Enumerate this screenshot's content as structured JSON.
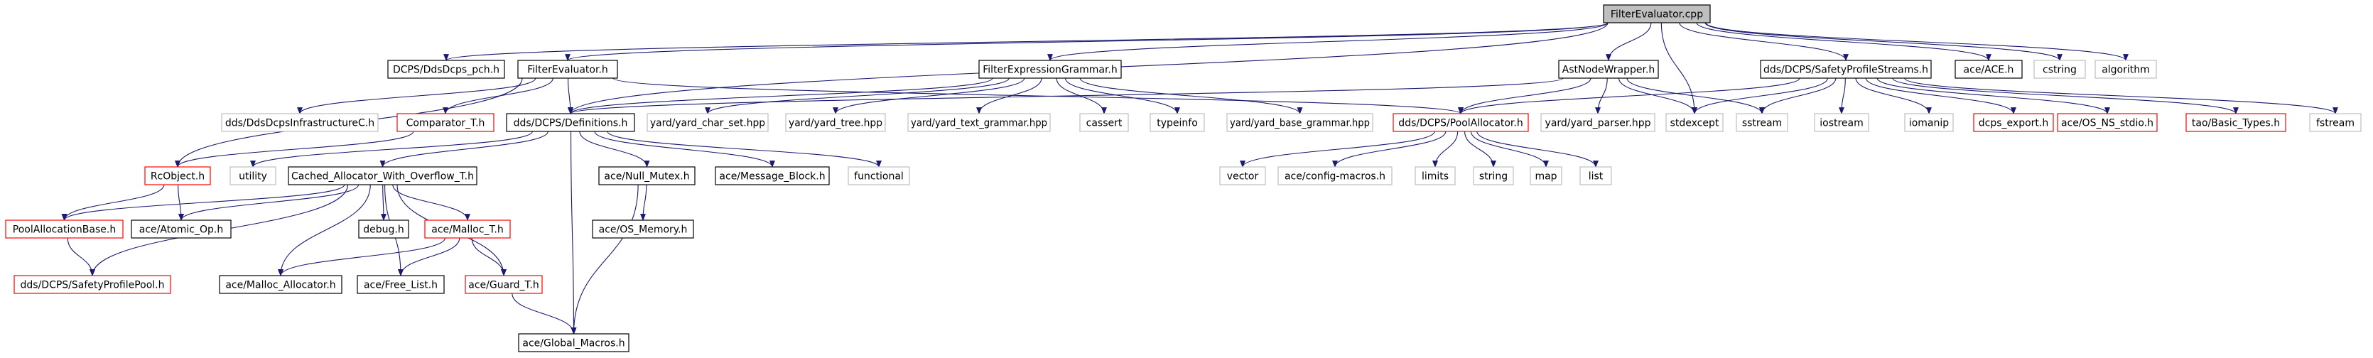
{
  "diagram": {
    "colors": {
      "edge": "#191970",
      "border_default": "#000000",
      "border_missing": "#bfbfbf",
      "border_truncated": "#ff0000",
      "fill_root": "#bfbfbf",
      "fill_default": "#ffffff"
    },
    "nodes": [
      {
        "id": "FilterEvaluator.cpp",
        "label": "FilterEvaluator.cpp",
        "style": "root"
      },
      {
        "id": "DCPS/DdsDcps_pch.h",
        "label": "DCPS/DdsDcps_pch.h",
        "style": "default"
      },
      {
        "id": "FilterEvaluator.h",
        "label": "FilterEvaluator.h",
        "style": "default"
      },
      {
        "id": "FilterExpressionGrammar.h",
        "label": "FilterExpressionGrammar.h",
        "style": "default"
      },
      {
        "id": "AstNodeWrapper.h",
        "label": "AstNodeWrapper.h",
        "style": "default"
      },
      {
        "id": "dds/DCPS/SafetyProfileStreams.h",
        "label": "dds/DCPS/SafetyProfileStreams.h",
        "style": "default"
      },
      {
        "id": "ace/ACE.h",
        "label": "ace/ACE.h",
        "style": "default"
      },
      {
        "id": "cstring",
        "label": "cstring",
        "style": "missing"
      },
      {
        "id": "algorithm",
        "label": "algorithm",
        "style": "missing"
      },
      {
        "id": "dds/DdsDcpsInfrastructureC.h",
        "label": "dds/DdsDcpsInfrastructureC.h",
        "style": "missing"
      },
      {
        "id": "Comparator_T.h",
        "label": "Comparator_T.h",
        "style": "truncated"
      },
      {
        "id": "dds/DCPS/Definitions.h",
        "label": "dds/DCPS/Definitions.h",
        "style": "default"
      },
      {
        "id": "yard/yard_char_set.hpp",
        "label": "yard/yard_char_set.hpp",
        "style": "missing"
      },
      {
        "id": "yard/yard_tree.hpp",
        "label": "yard/yard_tree.hpp",
        "style": "missing"
      },
      {
        "id": "yard/yard_text_grammar.hpp",
        "label": "yard/yard_text_grammar.hpp",
        "style": "missing"
      },
      {
        "id": "cassert",
        "label": "cassert",
        "style": "missing"
      },
      {
        "id": "typeinfo",
        "label": "typeinfo",
        "style": "missing"
      },
      {
        "id": "yard/yard_base_grammar.hpp",
        "label": "yard/yard_base_grammar.hpp",
        "style": "missing"
      },
      {
        "id": "dds/DCPS/PoolAllocator.h",
        "label": "dds/DCPS/PoolAllocator.h",
        "style": "truncated"
      },
      {
        "id": "yard/yard_parser.hpp",
        "label": "yard/yard_parser.hpp",
        "style": "missing"
      },
      {
        "id": "stdexcept",
        "label": "stdexcept",
        "style": "missing"
      },
      {
        "id": "sstream",
        "label": "sstream",
        "style": "missing"
      },
      {
        "id": "iostream",
        "label": "iostream",
        "style": "missing"
      },
      {
        "id": "iomanip",
        "label": "iomanip",
        "style": "missing"
      },
      {
        "id": "dcps_export.h",
        "label": "dcps_export.h",
        "style": "truncated"
      },
      {
        "id": "ace/OS_NS_stdio.h",
        "label": "ace/OS_NS_stdio.h",
        "style": "truncated"
      },
      {
        "id": "tao/Basic_Types.h",
        "label": "tao/Basic_Types.h",
        "style": "truncated"
      },
      {
        "id": "fstream",
        "label": "fstream",
        "style": "missing"
      },
      {
        "id": "RcObject.h",
        "label": "RcObject.h",
        "style": "truncated"
      },
      {
        "id": "utility",
        "label": "utility",
        "style": "missing"
      },
      {
        "id": "Cached_Allocator_With_Overflow_T.h",
        "label": "Cached_Allocator_With_Overflow_T.h",
        "style": "default"
      },
      {
        "id": "ace/Null_Mutex.h",
        "label": "ace/Null_Mutex.h",
        "style": "default"
      },
      {
        "id": "ace/Message_Block.h",
        "label": "ace/Message_Block.h",
        "style": "default"
      },
      {
        "id": "functional",
        "label": "functional",
        "style": "missing"
      },
      {
        "id": "vector",
        "label": "vector",
        "style": "missing"
      },
      {
        "id": "ace/config-macros.h",
        "label": "ace/config-macros.h",
        "style": "missing"
      },
      {
        "id": "limits",
        "label": "limits",
        "style": "missing"
      },
      {
        "id": "string",
        "label": "string",
        "style": "missing"
      },
      {
        "id": "map",
        "label": "map",
        "style": "missing"
      },
      {
        "id": "list",
        "label": "list",
        "style": "missing"
      },
      {
        "id": "PoolAllocationBase.h",
        "label": "PoolAllocationBase.h",
        "style": "truncated"
      },
      {
        "id": "ace/Atomic_Op.h",
        "label": "ace/Atomic_Op.h",
        "style": "default"
      },
      {
        "id": "debug.h",
        "label": "debug.h",
        "style": "default"
      },
      {
        "id": "ace/Malloc_T.h",
        "label": "ace/Malloc_T.h",
        "style": "truncated"
      },
      {
        "id": "ace/OS_Memory.h",
        "label": "ace/OS_Memory.h",
        "style": "default"
      },
      {
        "id": "dds/DCPS/SafetyProfilePool.h",
        "label": "dds/DCPS/SafetyProfilePool.h",
        "style": "truncated"
      },
      {
        "id": "ace/Malloc_Allocator.h",
        "label": "ace/Malloc_Allocator.h",
        "style": "default"
      },
      {
        "id": "ace/Free_List.h",
        "label": "ace/Free_List.h",
        "style": "default"
      },
      {
        "id": "ace/Guard_T.h",
        "label": "ace/Guard_T.h",
        "style": "truncated"
      },
      {
        "id": "ace/Global_Macros.h",
        "label": "ace/Global_Macros.h",
        "style": "default"
      }
    ],
    "edges": [
      [
        "FilterEvaluator.cpp",
        "DCPS/DdsDcps_pch.h"
      ],
      [
        "FilterEvaluator.cpp",
        "FilterEvaluator.h"
      ],
      [
        "FilterEvaluator.cpp",
        "FilterExpressionGrammar.h"
      ],
      [
        "FilterEvaluator.cpp",
        "AstNodeWrapper.h"
      ],
      [
        "FilterEvaluator.cpp",
        "dds/DCPS/SafetyProfileStreams.h"
      ],
      [
        "FilterEvaluator.cpp",
        "ace/ACE.h"
      ],
      [
        "FilterEvaluator.cpp",
        "cstring"
      ],
      [
        "FilterEvaluator.cpp",
        "algorithm"
      ],
      [
        "FilterEvaluator.cpp",
        "dds/DCPS/Definitions.h"
      ],
      [
        "FilterEvaluator.cpp",
        "stdexcept"
      ],
      [
        "FilterEvaluator.h",
        "dds/DdsDcpsInfrastructureC.h"
      ],
      [
        "FilterEvaluator.h",
        "Comparator_T.h"
      ],
      [
        "FilterEvaluator.h",
        "dds/DCPS/Definitions.h"
      ],
      [
        "FilterEvaluator.h",
        "RcObject.h"
      ],
      [
        "FilterEvaluator.h",
        "dds/DCPS/PoolAllocator.h"
      ],
      [
        "FilterExpressionGrammar.h",
        "dds/DCPS/Definitions.h"
      ],
      [
        "FilterExpressionGrammar.h",
        "yard/yard_char_set.hpp"
      ],
      [
        "FilterExpressionGrammar.h",
        "yard/yard_tree.hpp"
      ],
      [
        "FilterExpressionGrammar.h",
        "yard/yard_text_grammar.hpp"
      ],
      [
        "FilterExpressionGrammar.h",
        "cassert"
      ],
      [
        "FilterExpressionGrammar.h",
        "typeinfo"
      ],
      [
        "FilterExpressionGrammar.h",
        "yard/yard_base_grammar.hpp"
      ],
      [
        "AstNodeWrapper.h",
        "dds/DCPS/Definitions.h"
      ],
      [
        "AstNodeWrapper.h",
        "dds/DCPS/PoolAllocator.h"
      ],
      [
        "AstNodeWrapper.h",
        "yard/yard_parser.hpp"
      ],
      [
        "AstNodeWrapper.h",
        "stdexcept"
      ],
      [
        "AstNodeWrapper.h",
        "sstream"
      ],
      [
        "dds/DCPS/SafetyProfileStreams.h",
        "dds/DCPS/PoolAllocator.h"
      ],
      [
        "dds/DCPS/SafetyProfileStreams.h",
        "stdexcept"
      ],
      [
        "dds/DCPS/SafetyProfileStreams.h",
        "sstream"
      ],
      [
        "dds/DCPS/SafetyProfileStreams.h",
        "iostream"
      ],
      [
        "dds/DCPS/SafetyProfileStreams.h",
        "iomanip"
      ],
      [
        "dds/DCPS/SafetyProfileStreams.h",
        "dcps_export.h"
      ],
      [
        "dds/DCPS/SafetyProfileStreams.h",
        "ace/OS_NS_stdio.h"
      ],
      [
        "dds/DCPS/SafetyProfileStreams.h",
        "tao/Basic_Types.h"
      ],
      [
        "dds/DCPS/SafetyProfileStreams.h",
        "fstream"
      ],
      [
        "Comparator_T.h",
        "RcObject.h"
      ],
      [
        "dds/DCPS/Definitions.h",
        "utility"
      ],
      [
        "dds/DCPS/Definitions.h",
        "Cached_Allocator_With_Overflow_T.h"
      ],
      [
        "dds/DCPS/Definitions.h",
        "ace/Null_Mutex.h"
      ],
      [
        "dds/DCPS/Definitions.h",
        "ace/Message_Block.h"
      ],
      [
        "dds/DCPS/Definitions.h",
        "functional"
      ],
      [
        "dds/DCPS/Definitions.h",
        "ace/Global_Macros.h"
      ],
      [
        "dds/DCPS/PoolAllocator.h",
        "vector"
      ],
      [
        "dds/DCPS/PoolAllocator.h",
        "ace/config-macros.h"
      ],
      [
        "dds/DCPS/PoolAllocator.h",
        "limits"
      ],
      [
        "dds/DCPS/PoolAllocator.h",
        "string"
      ],
      [
        "dds/DCPS/PoolAllocator.h",
        "map"
      ],
      [
        "dds/DCPS/PoolAllocator.h",
        "list"
      ],
      [
        "RcObject.h",
        "PoolAllocationBase.h"
      ],
      [
        "RcObject.h",
        "ace/Atomic_Op.h"
      ],
      [
        "Cached_Allocator_With_Overflow_T.h",
        "PoolAllocationBase.h"
      ],
      [
        "Cached_Allocator_With_Overflow_T.h",
        "ace/Atomic_Op.h"
      ],
      [
        "Cached_Allocator_With_Overflow_T.h",
        "debug.h"
      ],
      [
        "Cached_Allocator_With_Overflow_T.h",
        "ace/Malloc_T.h"
      ],
      [
        "Cached_Allocator_With_Overflow_T.h",
        "dds/DCPS/SafetyProfilePool.h"
      ],
      [
        "Cached_Allocator_With_Overflow_T.h",
        "ace/Malloc_Allocator.h"
      ],
      [
        "Cached_Allocator_With_Overflow_T.h",
        "ace/Free_List.h"
      ],
      [
        "Cached_Allocator_With_Overflow_T.h",
        "ace/Guard_T.h"
      ],
      [
        "PoolAllocationBase.h",
        "dds/DCPS/SafetyProfilePool.h"
      ],
      [
        "ace/Null_Mutex.h",
        "ace/OS_Memory.h"
      ],
      [
        "ace/Null_Mutex.h",
        "ace/Global_Macros.h"
      ],
      [
        "ace/Malloc_T.h",
        "ace/Malloc_Allocator.h"
      ],
      [
        "ace/Malloc_T.h",
        "ace/Free_List.h"
      ],
      [
        "ace/Malloc_T.h",
        "ace/Guard_T.h"
      ],
      [
        "ace/Guard_T.h",
        "ace/Global_Macros.h"
      ]
    ]
  }
}
